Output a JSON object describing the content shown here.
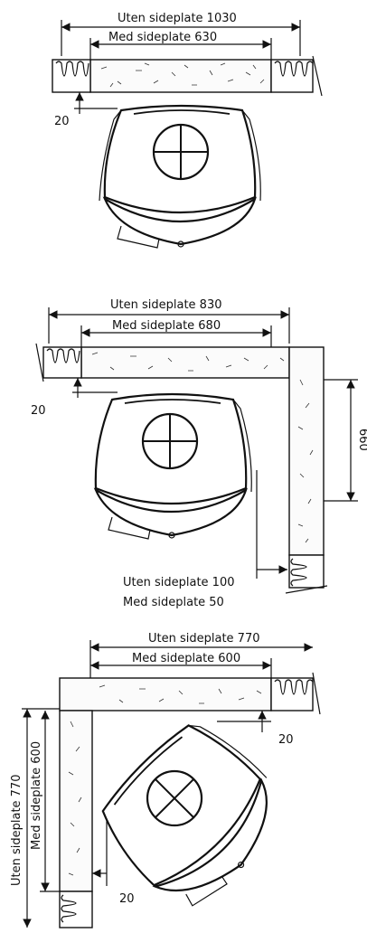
{
  "diagram1": {
    "label_without": "Uten sideplate 1030",
    "label_with": "Med sideplate 630",
    "label_gap": "20"
  },
  "diagram2": {
    "label_without": "Uten sideplate 830",
    "label_with": "Med sideplate 680",
    "label_gap": "20",
    "label_depth": "660",
    "label_side_without": "Uten sideplate 100",
    "label_side_with": "Med sideplate 50"
  },
  "diagram3": {
    "label_without": "Uten sideplate 770",
    "label_with": "Med sideplate 600",
    "label_gap_top": "20",
    "label_gap_bottom": "20",
    "label_vert_without": "Uten sideplate 770",
    "label_vert_with": "Med sideplate 600"
  }
}
